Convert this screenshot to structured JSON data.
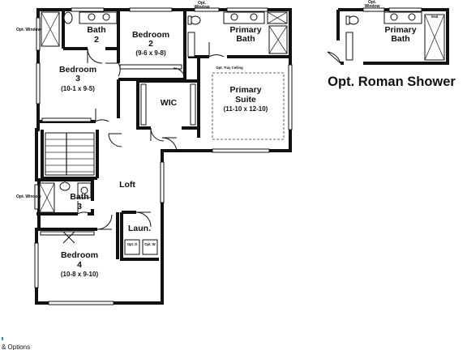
{
  "rooms": {
    "bath2": {
      "name": "Bath",
      "num": "2"
    },
    "bedroom2": {
      "name": "Bedroom",
      "num": "2",
      "dims": "(9-6 x 9-8)"
    },
    "bedroom3": {
      "name": "Bedroom",
      "num": "3",
      "dims": "(10-1 x 9-5)"
    },
    "primary_bath": {
      "line1": "Primary",
      "line2": "Bath"
    },
    "primary_suite": {
      "line1": "Primary",
      "line2": "Suite",
      "dims": "(11-10 x 12-10)"
    },
    "wic": "WIC",
    "loft": "Loft",
    "bath3": {
      "name": "Bath",
      "num": "3"
    },
    "laundry": "Laun.",
    "bedroom4": {
      "name": "Bedroom",
      "num": "4",
      "dims": "(10-8 x 9-10)"
    }
  },
  "notes": {
    "opt_window": "Opt. Window",
    "opt_window_top_1": "Opt.",
    "opt_window_top_2": "Window",
    "opt_tray_ceiling": "Opt. Tray Ceiling",
    "opt_dryer": "Opt. D",
    "opt_washer": "Opt. W",
    "seat": "Seat"
  },
  "inset": {
    "title": "Opt. Roman Shower",
    "primary_bath_1": "Primary",
    "primary_bath_2": "Bath"
  },
  "footer": "& Options"
}
